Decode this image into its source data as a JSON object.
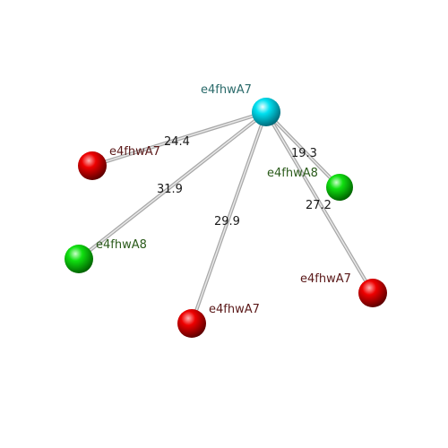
{
  "colors": {
    "hub": "#00d8e8",
    "red": "#e00000",
    "green": "#18d018",
    "label_hub": "#2a6a6a",
    "label_red": "#5a1818",
    "label_green": "#2a5a1a",
    "edge_label": "#1a1a1a"
  },
  "nodes": [
    {
      "id": "hub",
      "label": "e4fhwA7",
      "color": "hub"
    },
    {
      "id": "r1",
      "label": "e4fhwA7",
      "color": "red"
    },
    {
      "id": "g1",
      "label": "e4fhwA8",
      "color": "green"
    },
    {
      "id": "r2",
      "label": "e4fhwA7",
      "color": "red"
    },
    {
      "id": "g2",
      "label": "e4fhwA8",
      "color": "green"
    },
    {
      "id": "r3",
      "label": "e4fhwA7",
      "color": "red"
    }
  ],
  "edges": [
    {
      "from": "hub",
      "to": "r1",
      "label": "24.4"
    },
    {
      "from": "hub",
      "to": "g1",
      "label": "31.9"
    },
    {
      "from": "hub",
      "to": "r2",
      "label": "29.9"
    },
    {
      "from": "hub",
      "to": "g2",
      "label": "19.3"
    },
    {
      "from": "hub",
      "to": "r3",
      "label": "27.2"
    }
  ]
}
